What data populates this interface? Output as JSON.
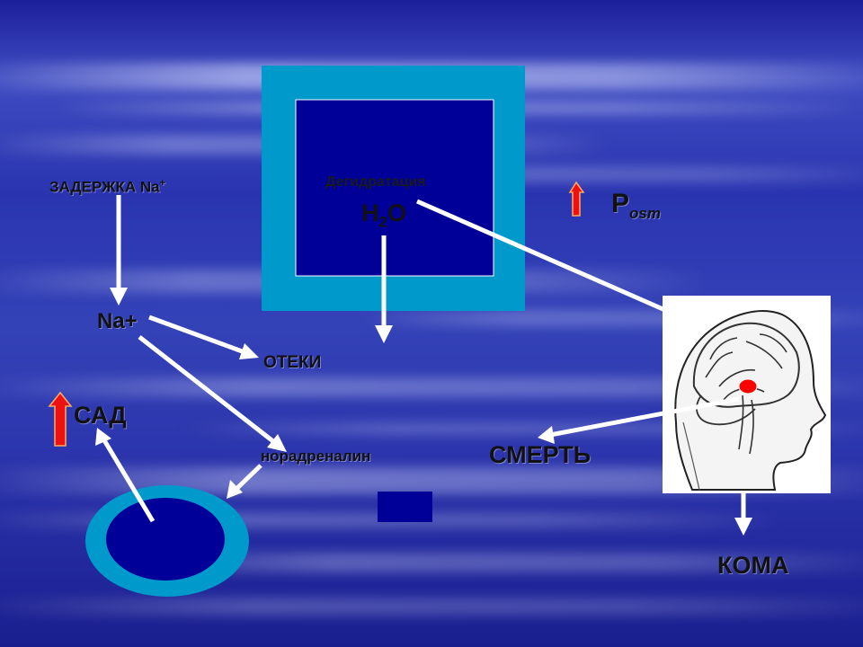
{
  "labels": {
    "sodium_retention": "ЗАДЕРЖКА Na",
    "sodium_retention_sup": "+",
    "sodium": "Na+",
    "edema": "ОТЕКИ",
    "noradrenaline": "норадреналин",
    "blood_pressure": "САД",
    "dehydration": "Дегидратация",
    "water_h": "H",
    "water_sub": "2",
    "water_o": "O",
    "osmotic_p": "P",
    "osmotic_sub": "osm",
    "death": "СМЕРТЬ",
    "coma": "КОМА"
  },
  "colors": {
    "background": "#2b2fa6",
    "square_outer": "#0099cc",
    "square_inner": "#000099",
    "arrow_white": "#ffffff",
    "arrow_red": "#ee1111",
    "marker_red": "#ff0000"
  },
  "icons": {
    "brain": "brain-head-profile-icon",
    "up_arrow": "red-up-arrow-icon"
  }
}
